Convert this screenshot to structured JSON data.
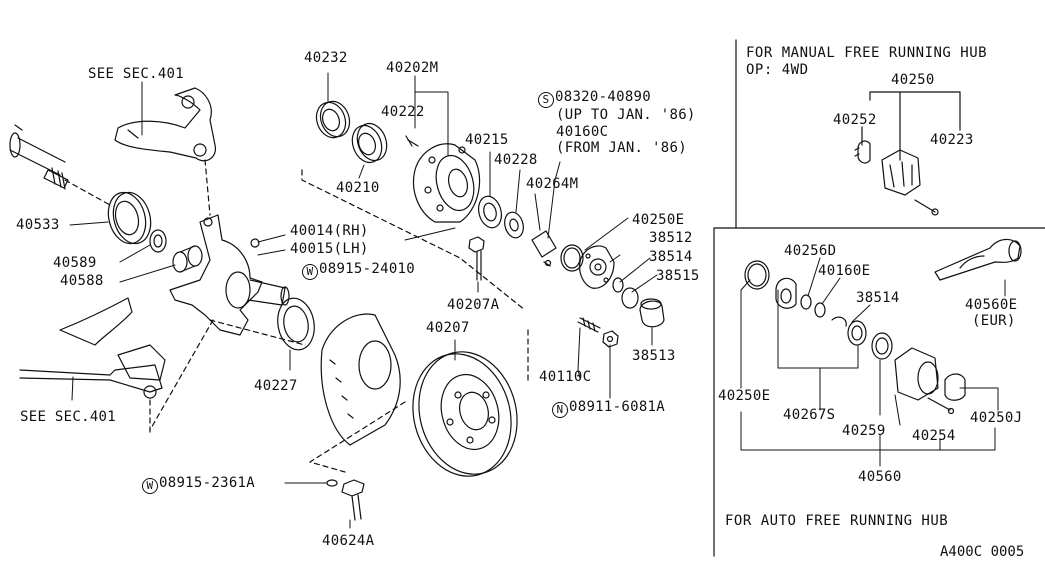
{
  "diagram_code": "A400C 0005",
  "sections": {
    "manual_hub": {
      "title": "FOR MANUAL FREE RUNNING HUB",
      "option": "OP: 4WD"
    },
    "auto_hub": {
      "title": "FOR AUTO FREE RUNNING HUB"
    }
  },
  "references": {
    "see_sec_top": "SEE SEC.401",
    "see_sec_bottom": "SEE SEC.401"
  },
  "parts": {
    "p40232": "40232",
    "p40202M": "40202M",
    "p40222": "40222",
    "p40215": "40215",
    "p40228": "40228",
    "p40264M": "40264M",
    "p40210": "40210",
    "p40533": "40533",
    "p40589": "40589",
    "p40588": "40588",
    "p40014": "40014(RH)",
    "p40015": "40015(LH)",
    "p40227": "40227",
    "p40207A": "40207A",
    "p40207": "40207",
    "p40624A": "40624A",
    "p40250E_top": "40250E",
    "p38512": "38512",
    "p38514_top": "38514",
    "p38515": "38515",
    "p38513": "38513",
    "p40110C": "40110C",
    "p40160C": "40160C",
    "p40160C_note": "(FROM JAN. '86)",
    "p08320_note": "(UP TO JAN. '86)",
    "p40250": "40250",
    "p40252": "40252",
    "p40223": "40223",
    "p40256D": "40256D",
    "p40160E": "40160E",
    "p38514_auto": "38514",
    "p40560E": "40560E",
    "p40560E_note": "(EUR)",
    "p40250E_auto": "40250E",
    "p40267S": "40267S",
    "p40259": "40259",
    "p40254": "40254",
    "p40250J": "40250J",
    "p40560": "40560"
  },
  "fasteners": {
    "f08320": {
      "prefix": "S",
      "code": "08320-40890"
    },
    "f08915_24010": {
      "prefix": "W",
      "code": "08915-24010"
    },
    "f08911": {
      "prefix": "N",
      "code": "08911-6081A"
    },
    "f08915_2361A": {
      "prefix": "W",
      "code": "08915-2361A"
    }
  }
}
